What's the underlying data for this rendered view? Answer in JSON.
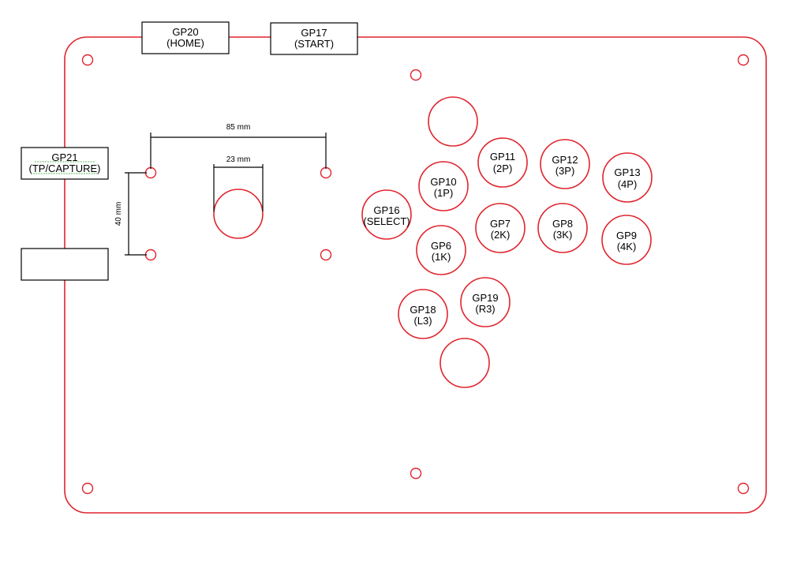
{
  "colors": {
    "outline": "#e0242e",
    "ink": "#000000",
    "highlight": "#2a9d2a"
  },
  "side_labels": {
    "home": [
      "GP20",
      "(HOME)"
    ],
    "start": [
      "GP17",
      "(START)"
    ],
    "capture": [
      "GP21",
      "(TP/CAPTURE)"
    ],
    "blank": []
  },
  "dimensions": {
    "width_85": "85 mm",
    "width_23": "23 mm",
    "height_40": "40 mm"
  },
  "buttons": {
    "top_blank": [],
    "gp11": [
      "GP11",
      "(2P)"
    ],
    "gp12": [
      "GP12",
      "(3P)"
    ],
    "gp13": [
      "GP13",
      "(4P)"
    ],
    "gp10": [
      "GP10",
      "(1P)"
    ],
    "gp16": [
      "GP16",
      "(SELECT)"
    ],
    "gp7": [
      "GP7",
      "(2K)"
    ],
    "gp8": [
      "GP8",
      "(3K)"
    ],
    "gp9": [
      "GP9",
      "(4K)"
    ],
    "gp6": [
      "GP6",
      "(1K)"
    ],
    "gp19": [
      "GP19",
      "(R3)"
    ],
    "gp18": [
      "GP18",
      "(L3)"
    ],
    "bottom_blank": []
  }
}
